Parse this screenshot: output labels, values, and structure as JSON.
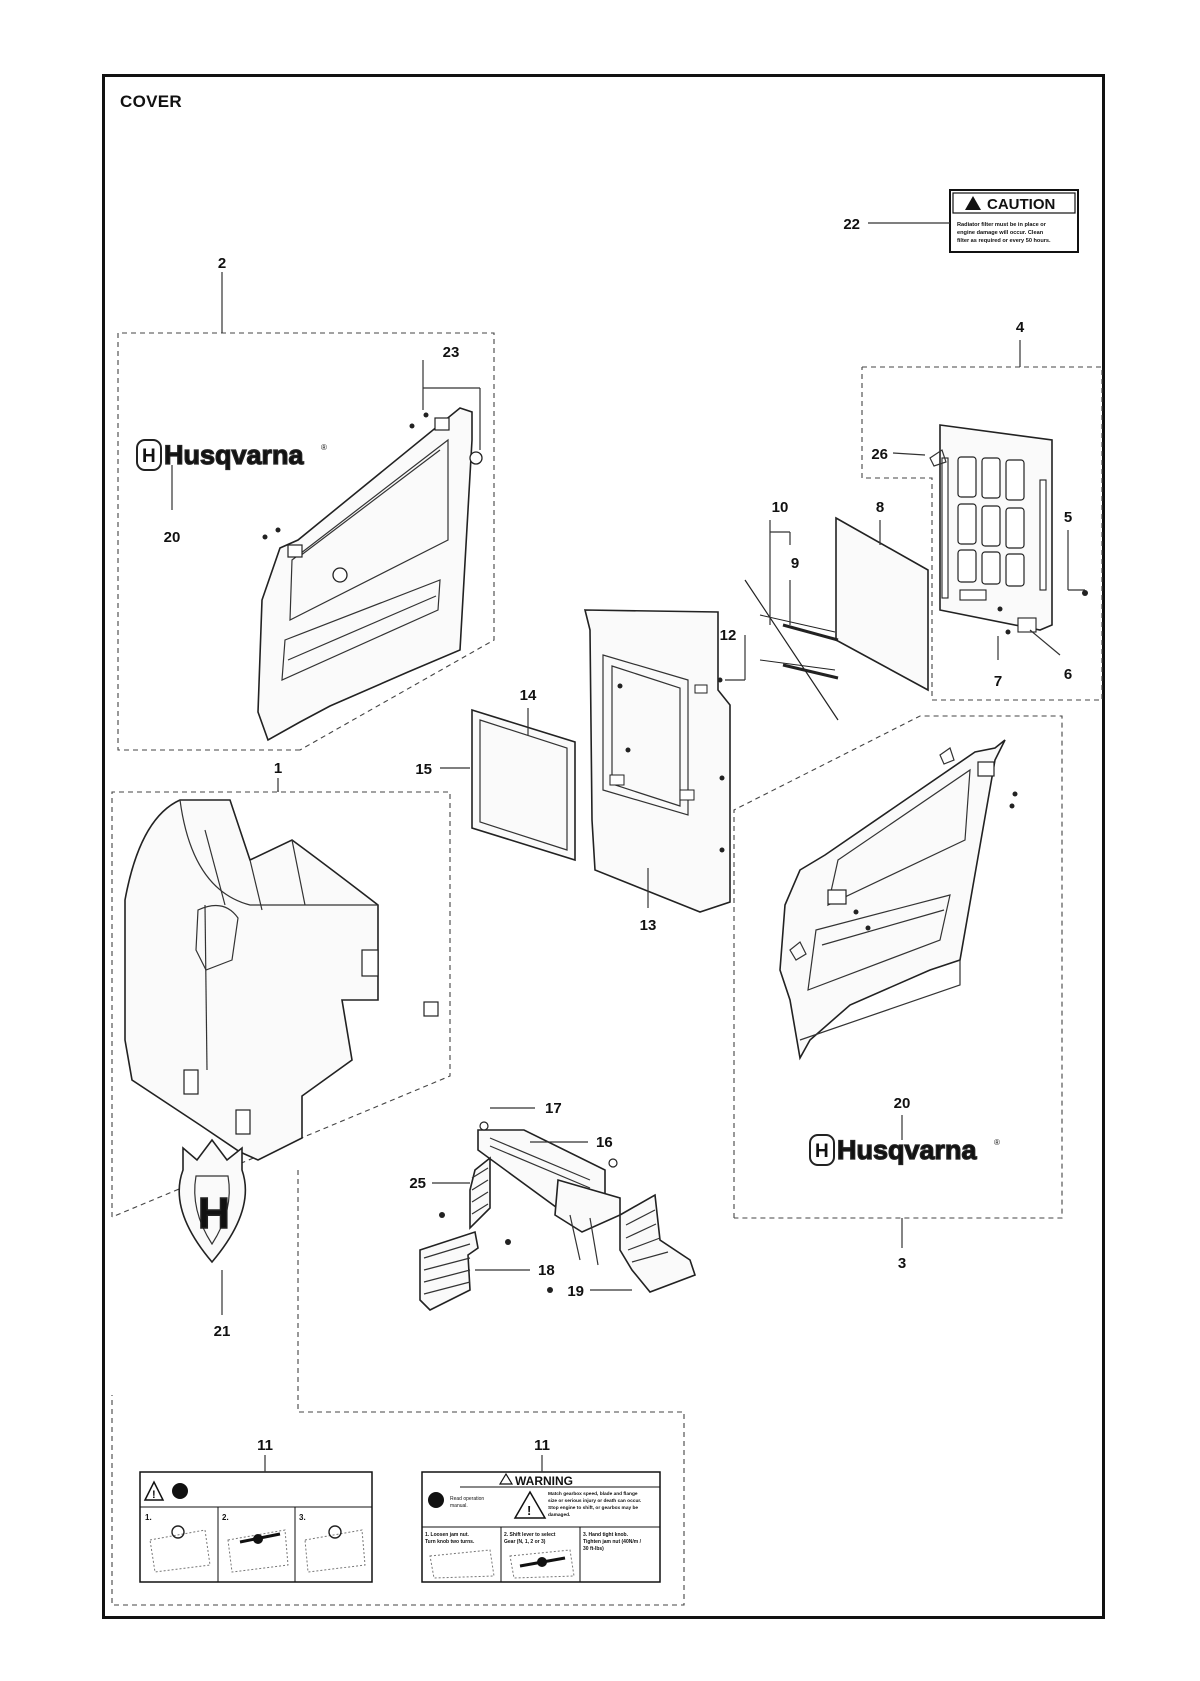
{
  "page": {
    "title": "COVER"
  },
  "brand": {
    "name": "Husqvarna",
    "mark": "®",
    "monogram": "H"
  },
  "callouts": [
    {
      "id": "c1",
      "text": "1"
    },
    {
      "id": "c2",
      "text": "2"
    },
    {
      "id": "c3",
      "text": "3"
    },
    {
      "id": "c4",
      "text": "4"
    },
    {
      "id": "c5",
      "text": "5"
    },
    {
      "id": "c6",
      "text": "6"
    },
    {
      "id": "c7",
      "text": "7"
    },
    {
      "id": "c8",
      "text": "8"
    },
    {
      "id": "c9",
      "text": "9"
    },
    {
      "id": "c10",
      "text": "10"
    },
    {
      "id": "c11a",
      "text": "11"
    },
    {
      "id": "c11b",
      "text": "11"
    },
    {
      "id": "c12",
      "text": "12"
    },
    {
      "id": "c13",
      "text": "13"
    },
    {
      "id": "c14",
      "text": "14"
    },
    {
      "id": "c15",
      "text": "15"
    },
    {
      "id": "c16",
      "text": "16"
    },
    {
      "id": "c17",
      "text": "17"
    },
    {
      "id": "c18",
      "text": "18"
    },
    {
      "id": "c19",
      "text": "19"
    },
    {
      "id": "c20a",
      "text": "20"
    },
    {
      "id": "c20b",
      "text": "20"
    },
    {
      "id": "c21",
      "text": "21"
    },
    {
      "id": "c22",
      "text": "22"
    },
    {
      "id": "c23",
      "text": "23"
    },
    {
      "id": "c25",
      "text": "25"
    },
    {
      "id": "c26",
      "text": "26"
    }
  ],
  "caution_label": {
    "header": "CAUTION",
    "line1": "Radiator filter must be in place or",
    "line2": "engine damage will occur. Clean",
    "line3": "filter as required or every 50 hours."
  },
  "warning_label": {
    "header": "WARNING",
    "read": "Read operation",
    "read2": "manual.",
    "text1": "Match gearbox speed, blade and flange",
    "text2": "size or serious injury or death can occur.",
    "text3": "Stop engine to shift, or gearbox may be",
    "text4": "damaged.",
    "step1a": "1. Loosen jam nut.",
    "step1b": "Turn knob two turns.",
    "step2a": "2. Shift lever to select",
    "step2b": "Gear (N, 1, 2 or 3)",
    "step3a": "3. Hand tight knob.",
    "step3b": "Tighten jam nut (40N/m /",
    "step3c": "30 ft-lbs)"
  },
  "steps_label": {
    "s1": "1.",
    "s2": "2.",
    "s3": "3."
  }
}
